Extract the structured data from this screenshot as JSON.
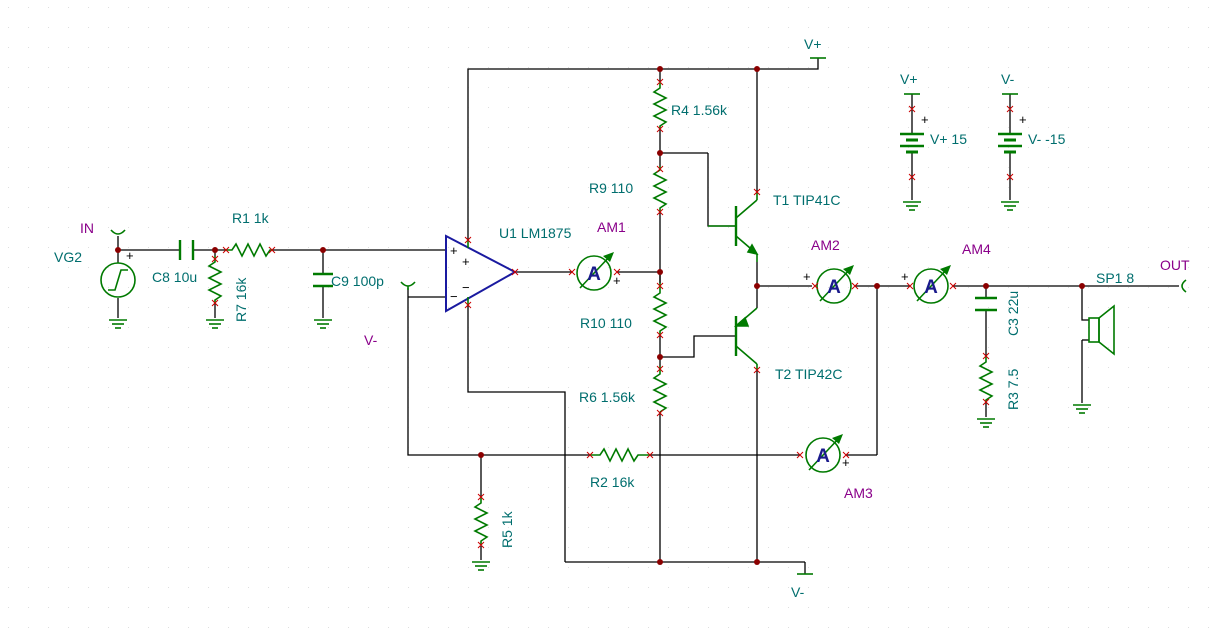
{
  "components": {
    "vg2": {
      "ref": "VG2",
      "net": "IN"
    },
    "c8": {
      "label": "C8 10u"
    },
    "r1": {
      "label": "R1 1k"
    },
    "r7": {
      "label": "R7 16k"
    },
    "c9": {
      "label": "C9 100p"
    },
    "u1": {
      "label": "U1 LM1875"
    },
    "am1": {
      "label": "AM1"
    },
    "am2": {
      "label": "AM2"
    },
    "am3": {
      "label": "AM3"
    },
    "am4": {
      "label": "AM4"
    },
    "r4": {
      "label": "R4 1.56k"
    },
    "r9": {
      "label": "R9 110"
    },
    "r10": {
      "label": "R10 110"
    },
    "r6": {
      "label": "R6 1.56k"
    },
    "r2": {
      "label": "R2 16k"
    },
    "r5": {
      "label": "R5 1k"
    },
    "t1": {
      "label": "T1 TIP41C"
    },
    "t2": {
      "label": "T2 TIP42C"
    },
    "c3": {
      "label": "C3 22u"
    },
    "r3": {
      "label": "R3 7.5"
    },
    "sp1": {
      "label": "SP1 8"
    },
    "bat_pos": {
      "label": "V+ 15"
    },
    "bat_neg": {
      "label": "V- -15"
    }
  },
  "nets": {
    "vplus": "V+",
    "vminus": "V-",
    "out": "OUT"
  },
  "meter_symbol": "A",
  "polarity": {
    "plus": "+",
    "minus": "-"
  }
}
